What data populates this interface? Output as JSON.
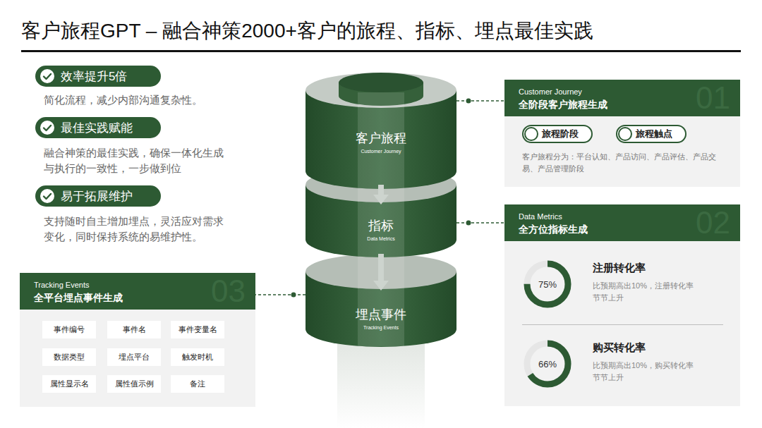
{
  "diagram": {
    "title": "客户旅程GPT – 融合神策2000+客户的旅程、指标、埋点最佳实践",
    "nodes": [
      {
        "text": [
          "效率提升5倍"
        ]
      },
      {
        "text": [
          "最佳实践赋能"
        ]
      },
      {
        "text": [
          "易于拓展维护"
        ]
      },
      {
        "text": [
          "Tracking Events",
          "全平台埋点事件生成",
          "03"
        ]
      },
      {
        "text": [
          "事件编号"
        ],
        "in": 3
      },
      {
        "text": [
          "事件名"
        ],
        "in": 3
      },
      {
        "text": [
          "事件变量名"
        ],
        "in": 3
      },
      {
        "text": [
          "数据类型"
        ],
        "in": 3
      },
      {
        "text": [
          "埋点平台"
        ],
        "in": 3
      },
      {
        "text": [
          "触发时机"
        ],
        "in": 3
      },
      {
        "text": [
          "属性显示名"
        ],
        "in": 3
      },
      {
        "text": [
          "属性值示例"
        ],
        "in": 3
      },
      {
        "text": [
          "备注"
        ],
        "in": 3
      },
      {
        "text": [
          "客户旅程",
          "Customer Journey"
        ]
      },
      {
        "text": [
          "指标",
          "Data Metrics"
        ]
      },
      {
        "text": [
          "埋点事件",
          "Tracking Events"
        ]
      },
      {
        "text": [
          "Customer Journey",
          "全阶段客户旅程生成",
          "01",
          "客户旅程分为：平台认知、产品访问、产品评估、产品交易、产品管理阶段"
        ]
      },
      {
        "text": [
          "旅程阶段"
        ],
        "in": 16
      },
      {
        "text": [
          "旅程触点"
        ],
        "in": 16
      },
      {
        "text": [
          "Data Metrics",
          "全方位指标生成",
          "02"
        ]
      },
      {
        "text": [
          "75%"
        ],
        "in": 19
      },
      {
        "text": [
          "66%"
        ],
        "in": 19
      }
    ],
    "edges": [
      {
        "from": 13,
        "to": 14,
        "arrow": "to"
      },
      {
        "from": 14,
        "to": 15,
        "arrow": "to"
      },
      {
        "from": 13,
        "to": 16,
        "arrow": "none"
      },
      {
        "from": 14,
        "to": 19,
        "arrow": "none"
      },
      {
        "from": 15,
        "to": 3,
        "arrow": "none"
      }
    ],
    "labels": [
      "简化流程，减少内部沟通复杂性。",
      "融合神策的最佳实践，确保一体化生成与执行的一致性，一步做到位",
      "支持随时自主增加埋点，灵活应对需求变化，同时保持系统的易维护性。",
      "注册转化率",
      "比预期高出10%，注册转化率节节上升",
      "购买转化率",
      "比预期高出10%，购买转化率节节上升"
    ]
  }
}
